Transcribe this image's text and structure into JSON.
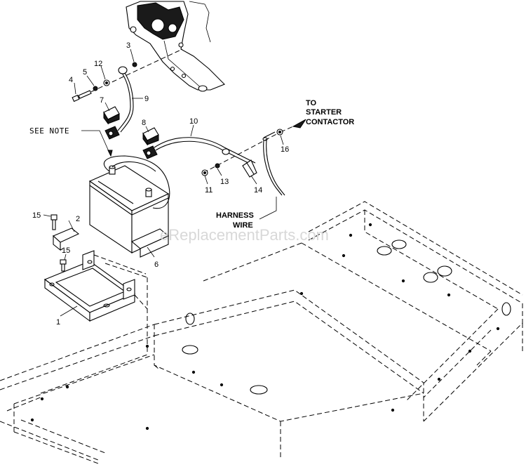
{
  "callouts": {
    "c1": "1",
    "c2": "2",
    "c3": "3",
    "c4": "4",
    "c5": "5",
    "c6": "6",
    "c7": "7",
    "c8": "8",
    "c9": "9",
    "c10": "10",
    "c11": "11",
    "c12": "12",
    "c13": "13",
    "c14": "14",
    "c15a": "15",
    "c15b": "15",
    "c16": "16"
  },
  "labels": {
    "see_note": "SEE NOTE",
    "to_line1": "TO",
    "to_line2": "STARTER",
    "to_line3": "CONTACTOR",
    "harness_line1": "HARNESS",
    "harness_line2": "WIRE"
  },
  "watermark": "eReplacementParts.com"
}
